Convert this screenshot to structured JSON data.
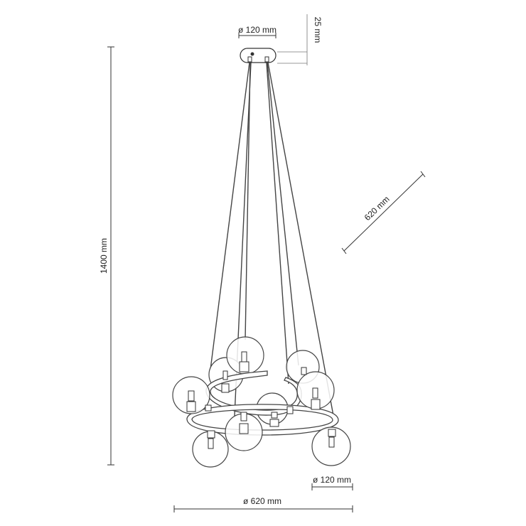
{
  "dimensions": {
    "canopy_diameter": "ø 120 mm",
    "canopy_height": "25 mm",
    "total_height": "1400 mm",
    "spiral_diagonal": "620 mm",
    "globe_diameter": "ø 120 mm",
    "fixture_diameter": "ø 620 mm"
  }
}
